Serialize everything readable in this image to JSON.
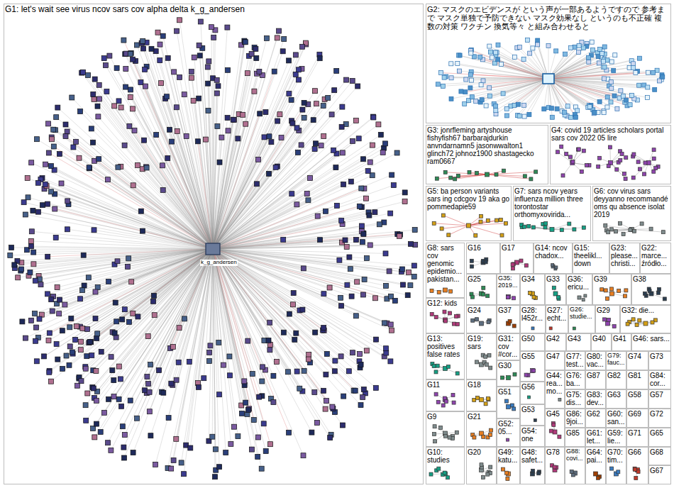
{
  "diagram": {
    "nodes": [
      {
        "text": [
          "G1: let's wait see virus ncov sars cov alpha delta k_g_andersen"
        ]
      },
      {
        "text": [
          "G2: マスクのエビデンスが という声が一部あるようですので 参考まで マスク単独で予防できない マスク効果なし というのも不正確 複数の対策 ワクチン 換気等々 と組み合わせると"
        ]
      },
      {
        "text": [
          "G3: jonrfleming artyshouse fishyfish67 barbarajdurkin anvndarnamn5 jasonwwalton1 glinch72 johnoz1900 shastagecko ram0667"
        ]
      },
      {
        "text": [
          "G4: covid 19 articles scholars portal sars cov 2022 05 lire"
        ]
      },
      {
        "text": [
          "G5: ba person variants sars ing cdcgov 19 aka go pommedapie59"
        ]
      },
      {
        "text": [
          "G7: sars ncov years influenza million three torontostar orthomyxovirida..."
        ]
      },
      {
        "text": [
          "G6: cov virus sars deyyanno recommandé oms qu absence isolat 2019"
        ]
      },
      {
        "text": [
          "G8: sars cov genomic epidemio... pakistan..."
        ]
      },
      {
        "text": [
          "G16"
        ]
      },
      {
        "text": [
          "G17"
        ]
      },
      {
        "text": [
          "G14: ncov chadox..."
        ]
      },
      {
        "text": [
          "G15: theelikl... down"
        ]
      },
      {
        "text": [
          "G23: please... christi..."
        ]
      },
      {
        "text": [
          "G22: marce... źródło..."
        ]
      },
      {
        "text": [
          "G25"
        ]
      },
      {
        "text": [
          "G35: 2019..."
        ]
      },
      {
        "text": [
          "G34"
        ]
      },
      {
        "text": [
          "G33"
        ]
      },
      {
        "text": [
          "G36: ericu..."
        ]
      },
      {
        "text": [
          "G39"
        ]
      },
      {
        "text": [
          "G38"
        ]
      },
      {
        "text": [
          "G12: kids"
        ]
      },
      {
        "text": [
          "G24"
        ]
      },
      {
        "text": [
          "G37"
        ]
      },
      {
        "text": [
          "G28: l452r..."
        ]
      },
      {
        "text": [
          "G27: echt..."
        ]
      },
      {
        "text": [
          "G26: studie..."
        ]
      },
      {
        "text": [
          "G29"
        ]
      },
      {
        "text": [
          "G32: die..."
        ]
      },
      {
        "text": [
          "G13: positives false rates"
        ]
      },
      {
        "text": [
          "G19: sars"
        ]
      },
      {
        "text": [
          "G31: cov #cor..."
        ]
      },
      {
        "text": [
          "G50"
        ]
      },
      {
        "text": [
          "G42"
        ]
      },
      {
        "text": [
          "G43"
        ]
      },
      {
        "text": [
          "G40"
        ]
      },
      {
        "text": [
          "G41"
        ]
      },
      {
        "text": [
          "G46: sars..."
        ]
      },
      {
        "text": [
          "G30"
        ]
      },
      {
        "text": [
          "G55"
        ]
      },
      {
        "text": [
          "G47"
        ]
      },
      {
        "text": [
          "G77: test..."
        ]
      },
      {
        "text": [
          "G80: vac..."
        ]
      },
      {
        "text": [
          "G79: fauc..."
        ]
      },
      {
        "text": [
          "G74"
        ]
      },
      {
        "text": [
          "G73"
        ]
      },
      {
        "text": [
          "G76: ba..."
        ]
      },
      {
        "text": [
          "G87"
        ]
      },
      {
        "text": [
          "G82"
        ]
      },
      {
        "text": [
          "G81"
        ]
      },
      {
        "text": [
          "G84: cor..."
        ]
      },
      {
        "text": [
          "G11"
        ]
      },
      {
        "text": [
          "G18"
        ]
      },
      {
        "text": [
          "G56"
        ]
      },
      {
        "text": [
          "G44: rea... mo..."
        ]
      },
      {
        "text": [
          "G75: dis..."
        ]
      },
      {
        "text": [
          "G83: dev..."
        ]
      },
      {
        "text": [
          "G63"
        ]
      },
      {
        "text": [
          "G58"
        ]
      },
      {
        "text": [
          "G57"
        ]
      },
      {
        "text": [
          "G51"
        ]
      },
      {
        "text": [
          "G86: 9joi..."
        ]
      },
      {
        "text": [
          "G62"
        ]
      },
      {
        "text": [
          "G60: san..."
        ]
      },
      {
        "text": [
          "G69"
        ]
      },
      {
        "text": [
          "G72"
        ]
      },
      {
        "text": [
          "G9"
        ]
      },
      {
        "text": [
          "G21"
        ]
      },
      {
        "text": [
          "G53"
        ]
      },
      {
        "text": [
          "G45"
        ]
      },
      {
        "text": [
          "G85"
        ]
      },
      {
        "text": [
          "G61: let..."
        ]
      },
      {
        "text": [
          "G59: lie..."
        ]
      },
      {
        "text": [
          "G71"
        ]
      },
      {
        "text": [
          "G65"
        ]
      },
      {
        "text": [
          "G52: 05..."
        ]
      },
      {
        "text": [
          "G54: one"
        ]
      },
      {
        "text": [
          "G10: studies"
        ]
      },
      {
        "text": [
          "G20"
        ]
      },
      {
        "text": [
          "G49: katu..."
        ]
      },
      {
        "text": [
          "G48: safet..."
        ]
      },
      {
        "text": [
          "G78"
        ]
      },
      {
        "text": [
          "G88: covi..."
        ]
      },
      {
        "text": [
          "G64: pai..."
        ]
      },
      {
        "text": [
          "G70: tim..."
        ]
      },
      {
        "text": [
          "G66"
        ]
      },
      {
        "text": [
          "G68"
        ]
      },
      {
        "text": [
          "G67"
        ]
      }
    ],
    "labels": [
      "k_g_andersen"
    ]
  }
}
